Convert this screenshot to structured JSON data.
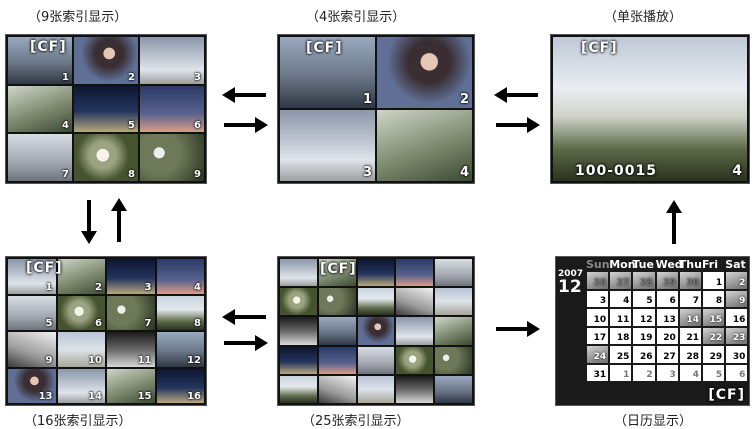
{
  "captions": {
    "nine": "（9张索引显示）",
    "four": "（4张索引显示）",
    "single": "（单张播放）",
    "sixteen": "（16张索引显示）",
    "twentyfive": "（25张索引显示）",
    "calendar": "（日历显示）"
  },
  "card_label": "[CF]",
  "nine_numbers": [
    "1",
    "2",
    "3",
    "4",
    "5",
    "6",
    "7",
    "8",
    "9"
  ],
  "four_numbers": [
    "1",
    "2",
    "3",
    "4"
  ],
  "sixteen_numbers": [
    "1",
    "2",
    "3",
    "4",
    "5",
    "6",
    "7",
    "8",
    "9",
    "10",
    "11",
    "12",
    "13",
    "14",
    "15",
    "16"
  ],
  "single": {
    "file_number": "100-0015",
    "frame": "4"
  },
  "calendar": {
    "year": "2007",
    "month": "12",
    "weekdays": [
      "Sun",
      "Mon",
      "Tue",
      "Wed",
      "Thu",
      "Fri",
      "Sat"
    ],
    "days": [
      "",
      "",
      "",
      "",
      "",
      "1",
      "2",
      "3",
      "4",
      "5",
      "6",
      "7",
      "8",
      "9",
      "10",
      "11",
      "12",
      "13",
      "14",
      "15",
      "16",
      "17",
      "18",
      "19",
      "20",
      "21",
      "22",
      "23",
      "24",
      "25",
      "26",
      "27",
      "28",
      "29",
      "30",
      "31",
      "1",
      "2",
      "3",
      "4",
      "5",
      "6"
    ],
    "prev_days": [
      "26",
      "27",
      "28",
      "29",
      "30"
    ]
  },
  "arrows": [
    "left-arrow",
    "right-arrow",
    "down-arrow",
    "up-arrow"
  ]
}
